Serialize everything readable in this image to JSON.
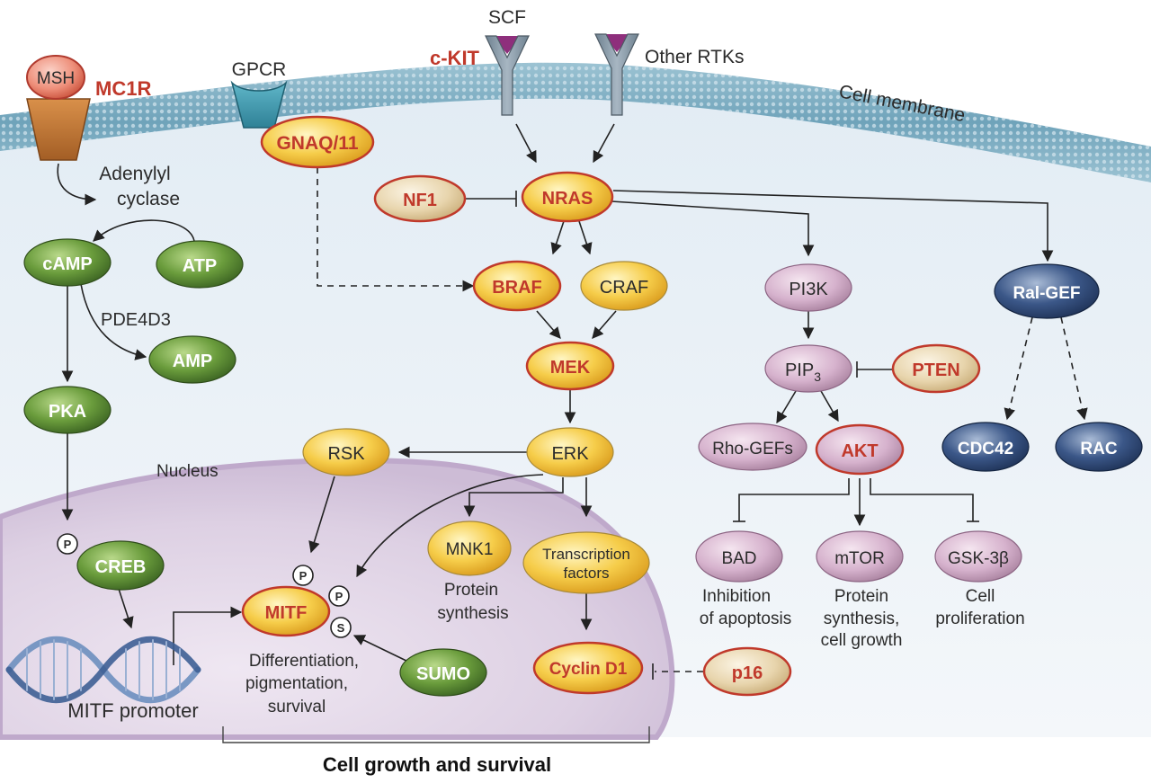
{
  "membrane_label": "Cell membrane",
  "nucleus_label": "Nucleus",
  "footer_label": "Cell growth and survival",
  "receptors": {
    "msh": "MSH",
    "mc1r": "MC1R",
    "gpcr": "GPCR",
    "scf": "SCF",
    "ckit": "c-KIT",
    "other_rtks": "Other RTKs"
  },
  "nodes": {
    "gnaq": "GNAQ/11",
    "nf1": "NF1",
    "nras": "NRAS",
    "braf": "BRAF",
    "craf": "CRAF",
    "mek": "MEK",
    "erk": "ERK",
    "rsk": "RSK",
    "mnk1": "MNK1",
    "tf_line1": "Transcription",
    "tf_line2": "factors",
    "cyclin": "Cyclin D1",
    "p16": "p16",
    "camp": "cAMP",
    "atp": "ATP",
    "amp": "AMP",
    "pka": "PKA",
    "creb": "CREB",
    "mitf": "MITF",
    "sumo": "SUMO",
    "pi3k": "PI3K",
    "pip3_base": "PIP",
    "pip3_sub": "3",
    "pten": "PTEN",
    "rhogefs": "Rho-GEFs",
    "akt": "AKT",
    "bad": "BAD",
    "mtor": "mTOR",
    "gsk": "GSK-3β",
    "ralgef": "Ral-GEF",
    "cdc42": "CDC42",
    "rac": "RAC"
  },
  "badges": {
    "p": "P",
    "s": "S"
  },
  "labels": {
    "adenylyl1": "Adenylyl",
    "adenylyl2": "cyclase",
    "pde4d3": "PDE4D3",
    "mitf_promoter": "MITF promoter",
    "diff1": "Differentiation,",
    "diff2": "pigmentation,",
    "diff3": "survival",
    "protein1": "Protein",
    "protein2": "synthesis",
    "bad1": "Inhibition",
    "bad2": "of apoptosis",
    "mtor1": "Protein",
    "mtor2": "synthesis,",
    "mtor3": "cell growth",
    "gsk1": "Cell",
    "gsk2": "proliferation"
  },
  "colors": {
    "oncogene_text": "#c0392b",
    "yellow_node": "#f5c842",
    "green_node": "#5e8f35",
    "pink_node": "#d4b0cc",
    "navy_node": "#2f4a78",
    "cream_node": "#ead9b3",
    "membrane": "#7fb0c4",
    "nucleus": "#dccfe2"
  }
}
